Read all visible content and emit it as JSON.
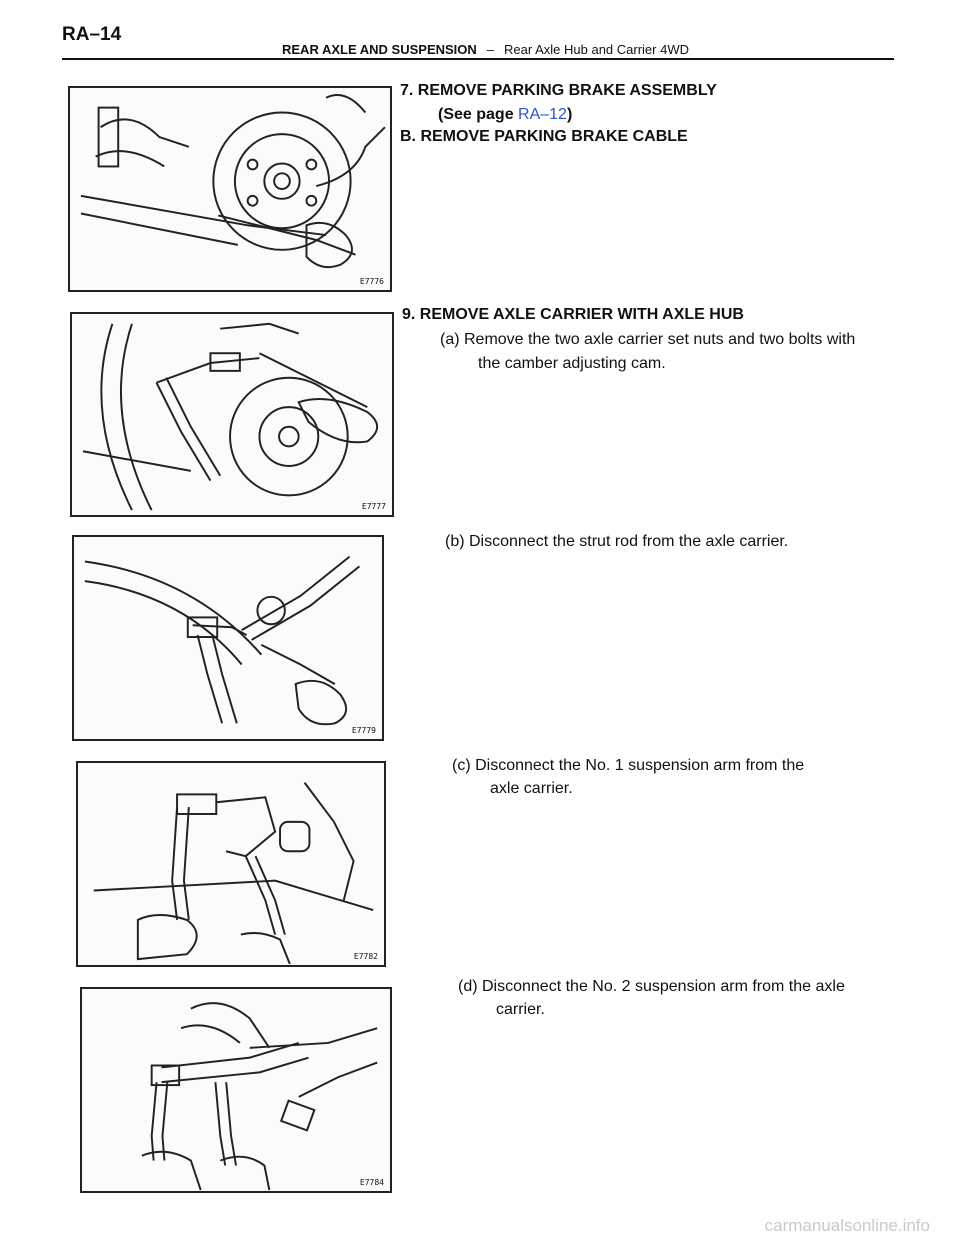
{
  "header": {
    "page_number": "RA–14",
    "section": "REAR AXLE AND SUSPENSION",
    "separator": "–",
    "subsection": "Rear Axle Hub and Carrier 4WD"
  },
  "figures": [
    {
      "code": "E7776"
    },
    {
      "code": "E7777"
    },
    {
      "code": "E7779"
    },
    {
      "code": "E7782"
    },
    {
      "code": "E7784"
    }
  ],
  "steps": {
    "step7": {
      "title": "7. REMOVE PARKING BRAKE ASSEMBLY",
      "see_prefix": "(See page ",
      "see_link": "RA–12",
      "see_suffix": ")"
    },
    "step8": {
      "title": "B. REMOVE PARKING BRAKE CABLE"
    },
    "step9": {
      "title": "9. REMOVE AXLE CARRIER WITH AXLE HUB",
      "a": {
        "line1": "(a) Remove the two axle carrier set nuts and two bolts with",
        "line2": "the camber adjusting cam."
      },
      "b": {
        "line1": "(b) Disconnect the strut rod from the axle carrier."
      },
      "c": {
        "line1": "(c)  Disconnect  the  No.  1  suspension  arm  from  the",
        "line2": "axle carrier."
      },
      "d": {
        "line1": "(d) Disconnect the No. 2 suspension arm from the axle",
        "line2": "carrier."
      }
    }
  },
  "watermark": "carmanualsonline.info",
  "colors": {
    "link": "#2b55c9",
    "text": "#111111"
  }
}
